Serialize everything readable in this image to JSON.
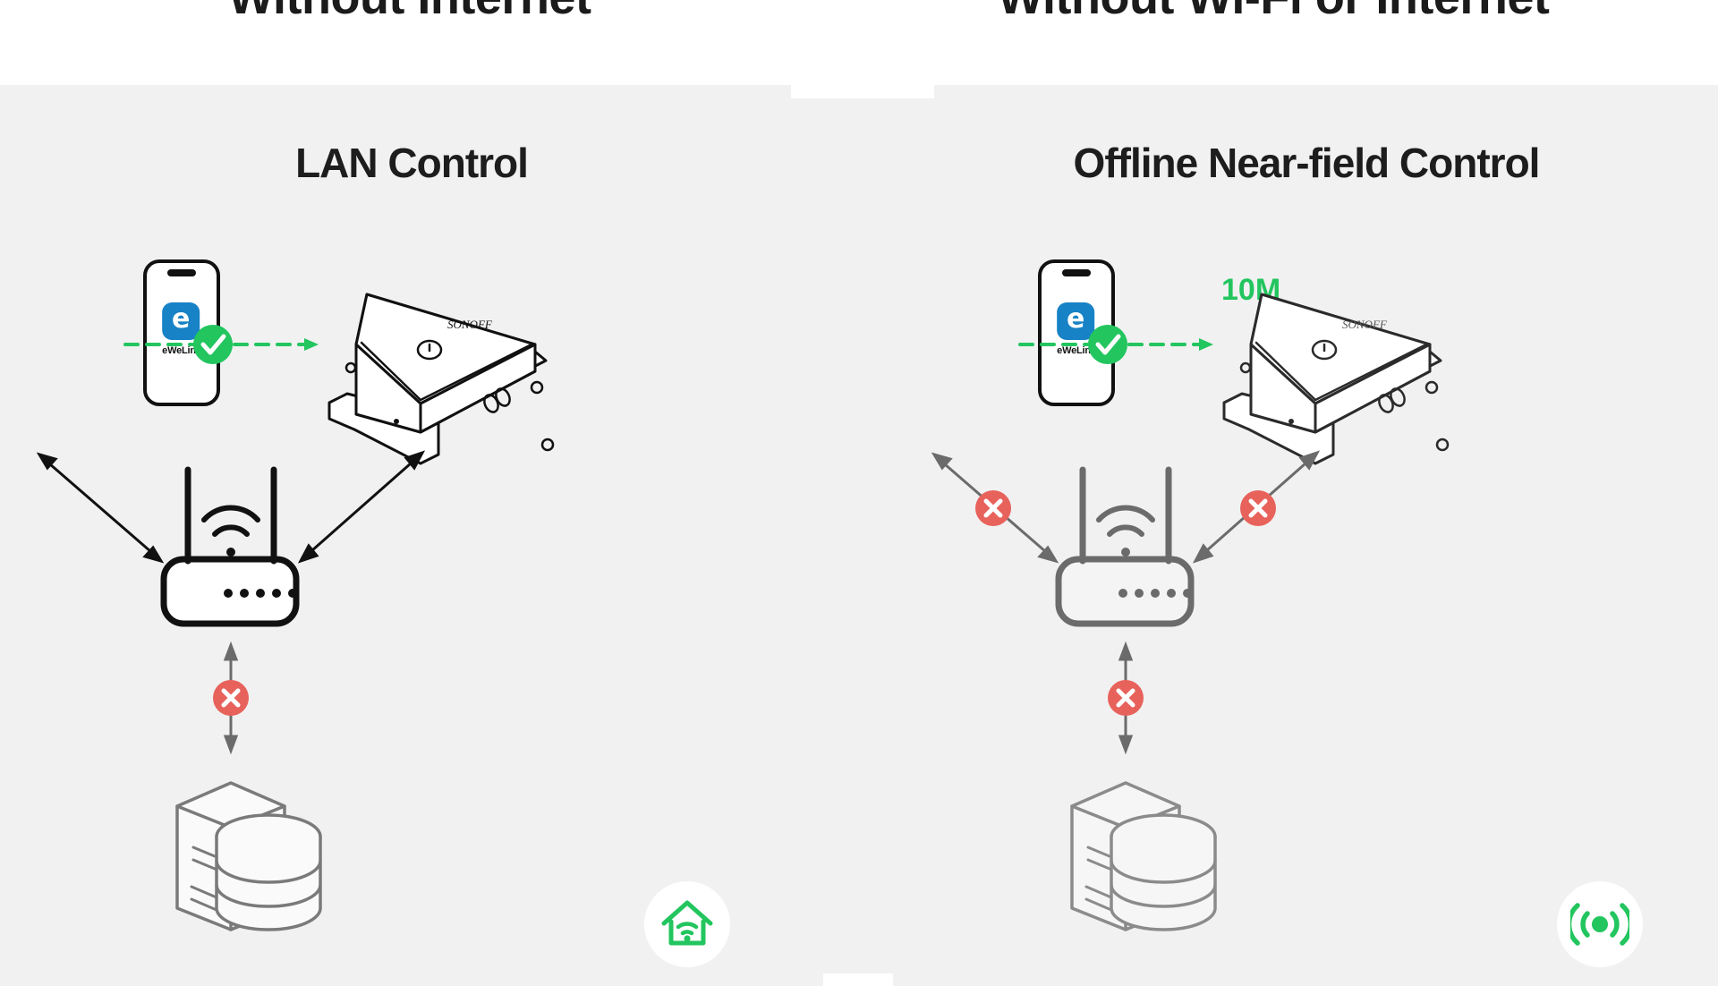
{
  "banners": {
    "left": "Without Internet",
    "right": "Without Wi-Fi or Internet"
  },
  "panels": [
    {
      "id": "lan-control",
      "title": "LAN Control",
      "phone": {
        "app_icon_letter": "e",
        "app_name": "eWeLink"
      },
      "link_label": "",
      "link_status": "ok",
      "device_label": "SONOFF",
      "router_label": "wifi-router",
      "cloud_label": "cloud-server",
      "cloud_status": "blocked",
      "badge_icon": "home-wifi-icon",
      "badge_color": "#22c55e",
      "stroke_color": "#111111",
      "device_links": [
        {
          "from": "phone",
          "to": "router",
          "status": "ok"
        },
        {
          "from": "router",
          "to": "device",
          "status": "ok"
        },
        {
          "from": "router",
          "to": "cloud",
          "status": "blocked"
        }
      ]
    },
    {
      "id": "offline-near-field-control",
      "title": "Offline Near-field Control",
      "phone": {
        "app_icon_letter": "e",
        "app_name": "eWeLink"
      },
      "link_label": "10M",
      "link_status": "ok",
      "device_label": "SONOFF",
      "router_label": "wifi-router",
      "cloud_label": "cloud-server",
      "cloud_status": "blocked",
      "badge_icon": "near-field-signal-icon",
      "badge_color": "#22c55e",
      "stroke_color": "#6b6b6b",
      "device_links": [
        {
          "from": "phone",
          "to": "router",
          "status": "blocked"
        },
        {
          "from": "router",
          "to": "device",
          "status": "blocked"
        },
        {
          "from": "router",
          "to": "cloud",
          "status": "blocked"
        }
      ]
    }
  ],
  "colors": {
    "ok_green": "#22c55e",
    "error_red": "#e8625c",
    "panel_bg": "#f1f1f1",
    "ink_black": "#111111",
    "ink_gray": "#6b6b6b",
    "app_blue": "#1782c6"
  }
}
